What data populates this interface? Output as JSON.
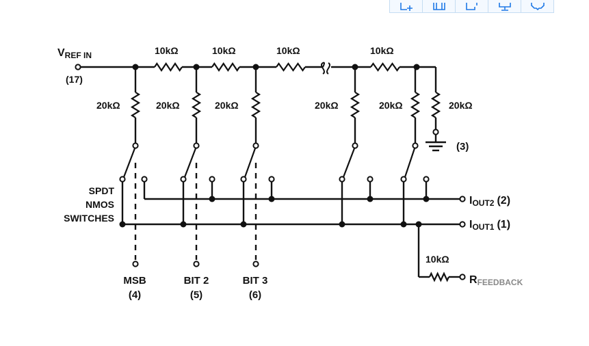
{
  "toolbar": {
    "buttons": [
      {
        "name": "add-to-collection",
        "icon": "add-frame-icon"
      },
      {
        "name": "layout",
        "icon": "panel-icon"
      },
      {
        "name": "open-external",
        "icon": "external-window-icon"
      },
      {
        "name": "screen",
        "icon": "monitor-icon"
      },
      {
        "name": "comment",
        "icon": "speech-bubble-icon"
      }
    ],
    "accent_color": "#1e78e6"
  },
  "diagram": {
    "vref": {
      "label_main": "V",
      "label_sub": "REF IN",
      "pin": "(17)"
    },
    "series_resistors": [
      "10kΩ",
      "10kΩ",
      "10kΩ",
      "10kΩ"
    ],
    "shunt_resistors": [
      "20kΩ",
      "20kΩ",
      "20kΩ",
      "20kΩ",
      "20kΩ",
      "20kΩ"
    ],
    "ground_pin": "(3)",
    "switch_label": [
      "SPDT",
      "NMOS",
      "SWITCHES"
    ],
    "iout2": {
      "label_main": "I",
      "label_sub": "OUT2",
      "pin": "(2)"
    },
    "iout1": {
      "label_main": "I",
      "label_sub": "OUT1",
      "pin": "(1)"
    },
    "feedback": {
      "resistor": "10kΩ",
      "label_main": "R",
      "label_sub": "FEEDBACK"
    },
    "bits": [
      {
        "name": "MSB",
        "pin": "(4)"
      },
      {
        "name": "BIT 2",
        "pin": "(5)"
      },
      {
        "name": "BIT 3",
        "pin": "(6)"
      }
    ]
  }
}
